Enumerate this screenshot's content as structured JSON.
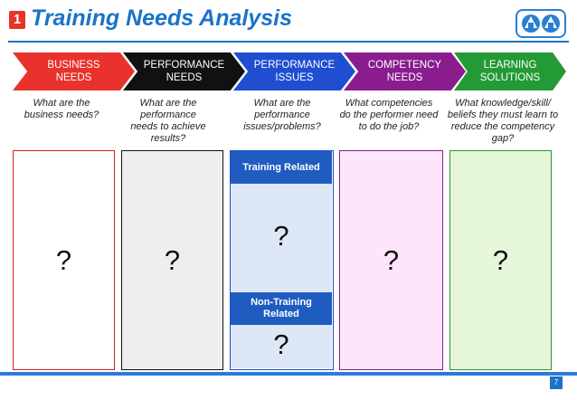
{
  "header": {
    "badge": "1",
    "title": "Training Needs Analysis"
  },
  "stages": [
    {
      "label": "BUSINESS NEEDS",
      "question": "What are the business needs?",
      "answer": "?",
      "color": "#e8322b"
    },
    {
      "label": "PERFORMANCE NEEDS",
      "question": "What are the performance needs to achieve results?",
      "answer": "?",
      "color": "#111111"
    },
    {
      "label": "PERFORMANCE ISSUES",
      "question": "What are the performance issues/problems?",
      "answer": "?",
      "color": "#1f4fd0"
    },
    {
      "label": "COMPETENCY NEEDS",
      "question": "What competencies do the performer need to do the job?",
      "answer": "?",
      "color": "#8a1d8e"
    },
    {
      "label": "LEARNING SOLUTIONS",
      "question": "What knowledge/skill/ beliefs they must learn to reduce the competency gap?",
      "answer": "?",
      "color": "#239a35"
    }
  ],
  "issues_box": {
    "training_label": "Training Related",
    "training_answer": "?",
    "non_training_label": "Non-Training Related",
    "non_training_answer": "?"
  },
  "footer": {
    "page": "7"
  }
}
